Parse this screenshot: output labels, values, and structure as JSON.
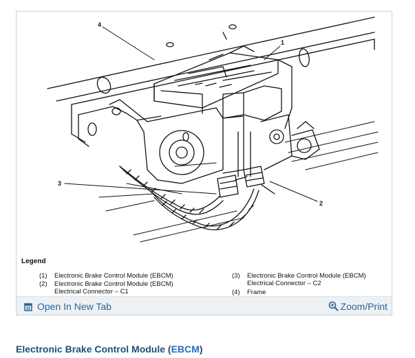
{
  "figure": {
    "callouts": [
      "4",
      "1",
      "3",
      "2"
    ],
    "legend": {
      "title": "Legend",
      "items": [
        {
          "num": "(1)",
          "text": "Electronic Brake Control Module (EBCM)"
        },
        {
          "num": "(2)",
          "text": "Electronic Brake Control Module (EBCM)",
          "text2": "Electrical Connector – C1"
        },
        {
          "num": "(3)",
          "text": "Electronic Brake Control Module (EBCM)",
          "text2": "Electrical Connector – C2"
        },
        {
          "num": "(4)",
          "text": "Frame"
        }
      ]
    }
  },
  "toolbar": {
    "open_label": "Open In New Tab",
    "zoom_label": "Zoom/Print",
    "link_color": "#2a6496"
  },
  "caption": {
    "prefix": "Electronic Brake Control Module (",
    "link": "EBCM",
    "suffix": ")",
    "color": "#1f4e79"
  }
}
